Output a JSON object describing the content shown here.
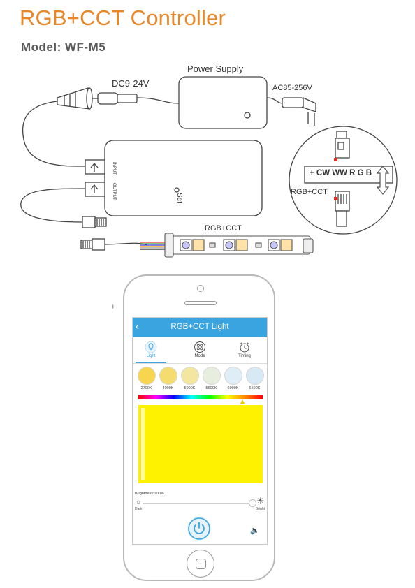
{
  "header": {
    "title": "RGB+CCT Controller",
    "model": "Model: WF-M5"
  },
  "wiring": {
    "power_supply": "Power Supply",
    "dc_input": "DC9-24V",
    "ac_input": "AC85-256V",
    "input_port": "INPUT",
    "output_port": "OUTPUT",
    "set_button": "Set",
    "strip_label": "RGB+CCT",
    "pinout": "+ CW WW R G B",
    "connector_label": "RGB+CCT"
  },
  "app": {
    "back_icon": "chevron-left-icon",
    "title": "RGB+CCT Light",
    "tabs": [
      {
        "label": "Light",
        "icon": "bulb-icon",
        "active": true
      },
      {
        "label": "Mode",
        "icon": "mode-icon",
        "active": false
      },
      {
        "label": "Timing",
        "icon": "alarm-clock-icon",
        "active": false
      }
    ],
    "presets": [
      {
        "label": "2700K",
        "color": "#f7d54e"
      },
      {
        "label": "4000K",
        "color": "#f5dc6e"
      },
      {
        "label": "5000K",
        "color": "#f3e6a0"
      },
      {
        "label": "5600K",
        "color": "#e8eede"
      },
      {
        "label": "6000K",
        "color": "#dfedf6"
      },
      {
        "label": "6500K",
        "color": "#d7e9f5"
      }
    ],
    "picker_color": "#fff200",
    "brightness_label": "Brightness:100%",
    "brightness_value": 1.0,
    "dark_label": "Dark",
    "bright_label": "Bright",
    "accent_color": "#3aa4e0"
  }
}
